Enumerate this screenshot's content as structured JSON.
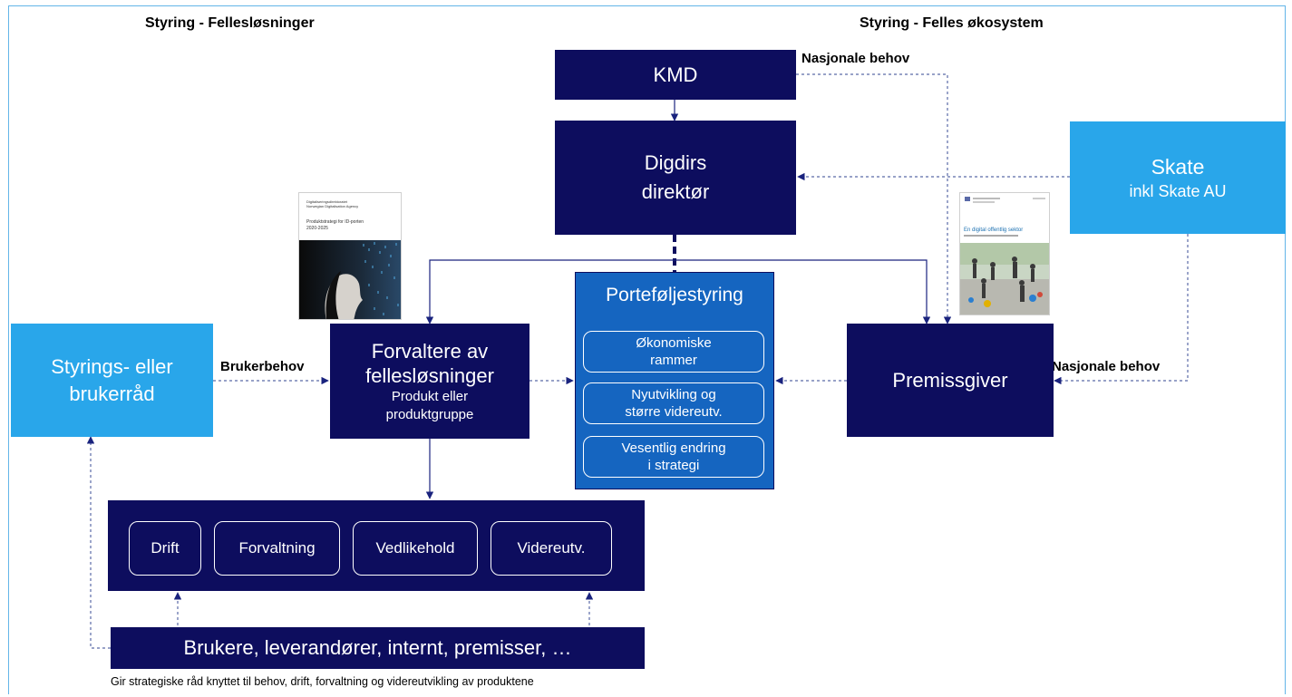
{
  "headings": {
    "left": "Styring - Fellesløsninger",
    "right": "Styring -  Felles økosystem"
  },
  "nodes": {
    "kmd": "KMD",
    "digdir": {
      "line1": "Digdirs",
      "line2": "direktør"
    },
    "skate": {
      "title": "Skate",
      "subtitle": "inkl Skate AU"
    },
    "styringsrad": {
      "line1": "Styrings- eller",
      "line2": "brukerråd"
    },
    "forvaltere": {
      "line1": "Forvaltere av",
      "line2": "fellesløsninger",
      "line3": "Produkt eller",
      "line4": "produktgruppe"
    },
    "portefolje": {
      "title": "Porteføljestyring",
      "items": [
        {
          "line1": "Økonomiske",
          "line2": "rammer"
        },
        {
          "line1": "Nyutvikling og",
          "line2": "større videreutv."
        },
        {
          "line1": "Vesentlig endring",
          "line2": "i strategi"
        }
      ]
    },
    "premissgiver": "Premissgiver",
    "activities": [
      "Drift",
      "Forvaltning",
      "Vedlikehold",
      "Videreutv."
    ],
    "brukere": "Brukere, leverandører, internt, premisser, …"
  },
  "edge_labels": {
    "nasjonale_top": "Nasjonale behov",
    "brukerbehov": "Brukerbehov",
    "nasjonale_right": "Nasjonale behov"
  },
  "footnote": "Gir strategiske råd knyttet til behov, drift, forvaltning og videreutvikling av produktene",
  "thumbnails": {
    "left": {
      "org_line1": "Digitaliseringsdirektoratet",
      "org_line2": "Norwegian Digitalisation Agency",
      "title_line1": "Produktstrategi for ID-porten",
      "title_line2": "2020-2025"
    },
    "right": {
      "title": "En digital offentlig sektor"
    }
  },
  "colors": {
    "dark_navy": "#0d0d5e",
    "light_blue": "#29a6ea",
    "mid_blue": "#1565c0",
    "connector": "#1a237e",
    "frame": "#63b5e8"
  }
}
